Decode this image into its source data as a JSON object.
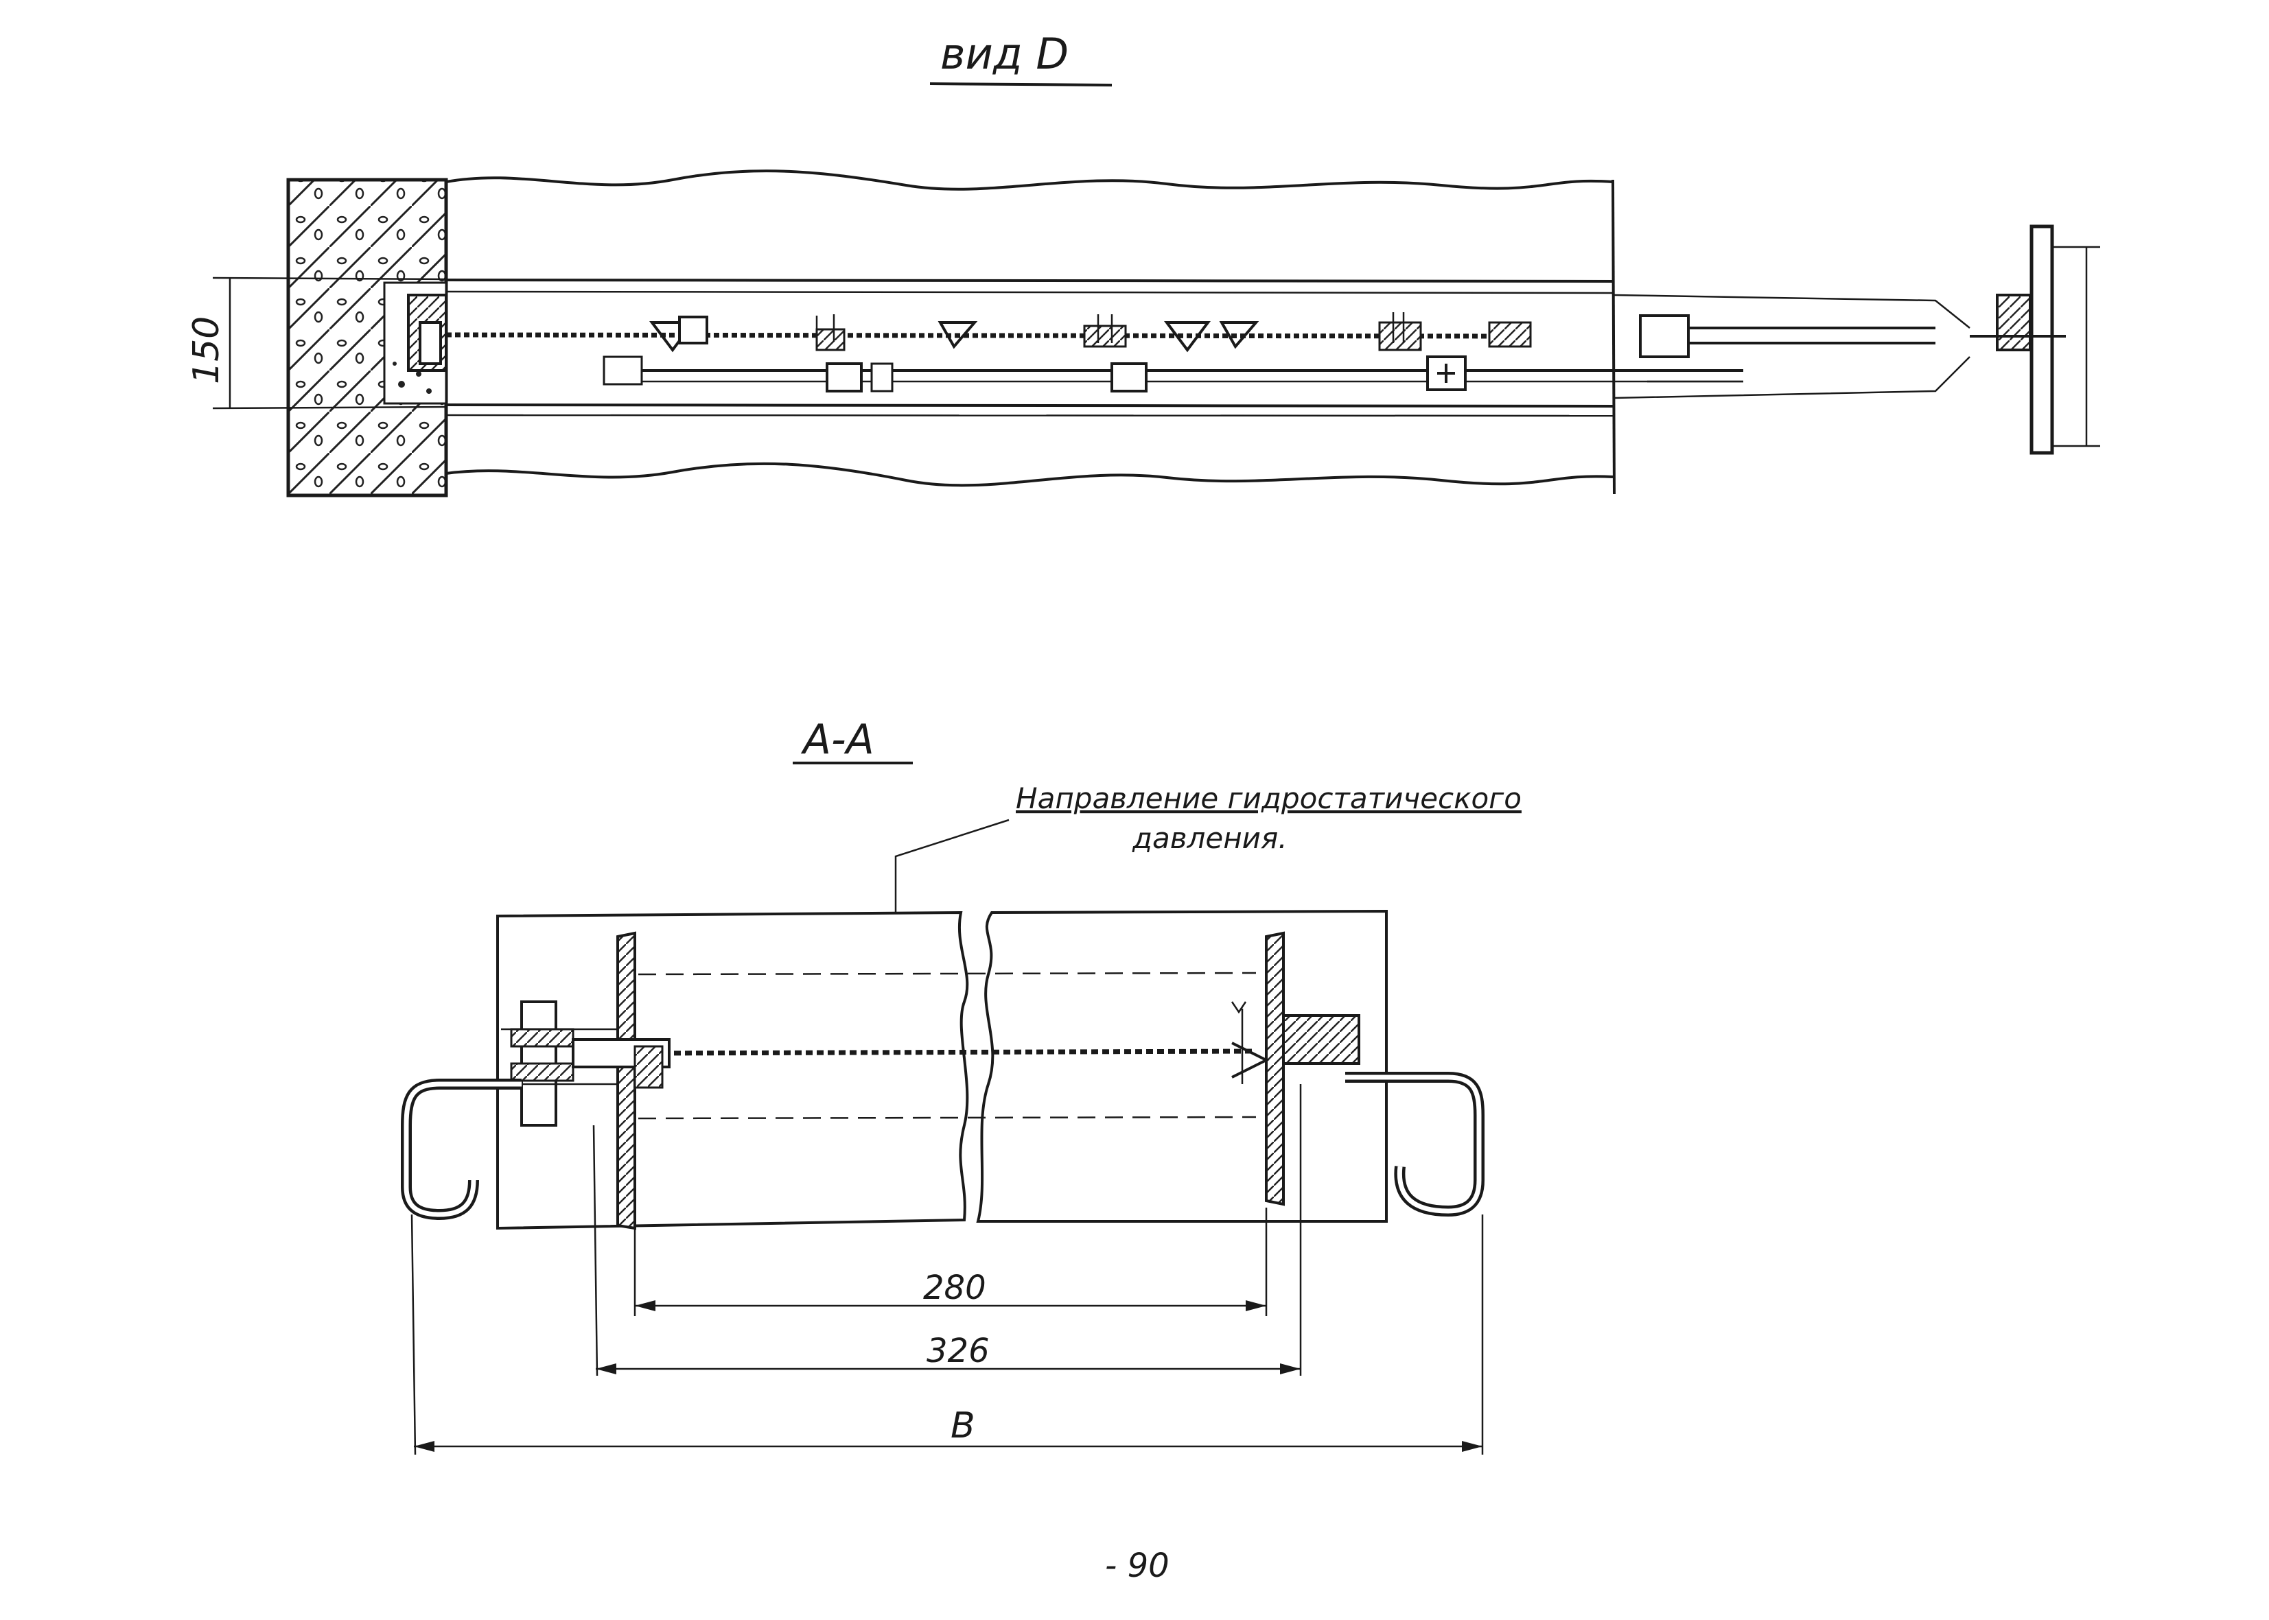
{
  "view_title": "вид D",
  "section_title": "А-А",
  "note": {
    "line1": "Направление гидростатического",
    "line2": "давления."
  },
  "dimensions": {
    "height_left": "150",
    "inner_width": "280",
    "outer_width": "326",
    "total_width": "B"
  },
  "page_number": "- 90"
}
